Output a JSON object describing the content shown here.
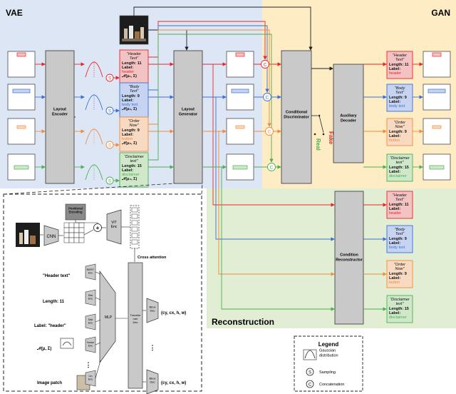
{
  "regions": {
    "vae": {
      "label": "VAE"
    },
    "gan": {
      "label": "GAN"
    },
    "reconstruction": {
      "label": "Reconstruction"
    }
  },
  "modules": {
    "layout_encoder": "Layout\nEncoder",
    "layout_generator": "Layout\nGenerator",
    "conditional_discriminator": "Conditional\nDiscriminator",
    "auxiliary_decoder": "Auxiliary\nDecoder",
    "condition_reconstructor": "Condition\nReconstructor"
  },
  "real_fake": {
    "fake": "Fake",
    "real": "Real"
  },
  "symbols": {
    "sampling": "S",
    "concat": "C"
  },
  "element_labels": {
    "length": "Length:",
    "label": "Label:"
  },
  "conditions": [
    {
      "text": "\"Header\nText\"",
      "length": "11",
      "label": "header",
      "dist": "𝒩(μ₁, Σ)",
      "color": "#e8262a",
      "fill": "#f3c3c3"
    },
    {
      "text": "\"Body\nText\"",
      "length": "9",
      "label": "body text",
      "dist": "𝒩(μ₂, Σ)",
      "color": "#3b6fd6",
      "fill": "#c6d4f2"
    },
    {
      "text": "\"Order\nNow\"",
      "length": "9",
      "label": "button",
      "dist": "𝒩(μ₃, Σ)",
      "color": "#f08a3c",
      "fill": "#f8d9c2"
    },
    {
      "text": "\"Disclaimer\ntext\"",
      "length": "15",
      "label": "disclaimer",
      "dist": "𝒩(μ₄, Σ)",
      "color": "#4caf50",
      "fill": "#cfe8c9"
    }
  ],
  "gan_conditions": [
    {
      "text": "\"Header\nText\"",
      "length": "11",
      "label": "header"
    },
    {
      "text": "\"Body\nText\"",
      "length": "9",
      "label": "body text"
    },
    {
      "text": "\"Order\nNow\"",
      "length": "9",
      "label": "button"
    },
    {
      "text": "\"Disclaimer\ntext\"",
      "length": "15",
      "label": "disclaimer"
    }
  ],
  "detail": {
    "cnn": "CNN",
    "positional_encoding": "Positional\nEncoding",
    "vit_enc": "ViT\nEnc",
    "cross_attention": "Cross attention",
    "header_text": "\"Header text\"",
    "bert_enc": "BERT\nEnc",
    "length_row": "Length: 11",
    "dist_enc": "Dist\nEnc",
    "label_row": "Label: \"header\"",
    "dist_row": "𝒩(μ, Σ)",
    "noise_enc": "Noise\nEnc",
    "image_patch": "Image patch",
    "lin_enc": "Lin\nEnc",
    "mlp": "MLP",
    "transformer_dec": "Transfor\nmer\nDec",
    "bbox_dec": "Bbox\nDec",
    "bbox_out": "(cy, cx, h, w)",
    "dots": "⋮"
  },
  "legend": {
    "title": "Legend",
    "gaussian": "Gaussian\ndistribution",
    "sampling": "Sampling",
    "concatenation": "Concatenation"
  }
}
